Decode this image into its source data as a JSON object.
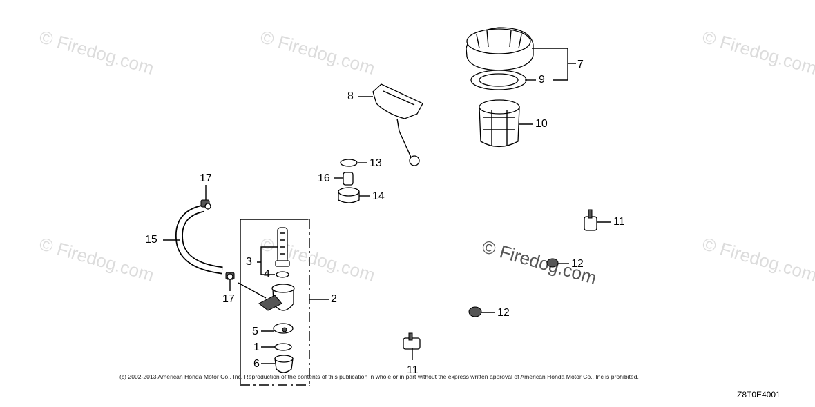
{
  "watermark_text": "© Firedog.com",
  "copyright": "(c) 2002-2013 American Honda Motor Co., Inc. Reproduction of the contents of this publication in whole or in part without the express written approval of American Honda Motor Co., Inc is prohibited.",
  "diagram_code": "Z8T0E4001",
  "callouts": {
    "c1": "1",
    "c2": "2",
    "c3": "3",
    "c4": "4",
    "c5": "5",
    "c6": "6",
    "c7": "7",
    "c8": "8",
    "c9": "9",
    "c10": "10",
    "c11a": "11",
    "c11b": "11",
    "c12a": "12",
    "c12b": "12",
    "c13": "13",
    "c14": "14",
    "c15": "15",
    "c16": "16",
    "c17a": "17",
    "c17b": "17"
  }
}
